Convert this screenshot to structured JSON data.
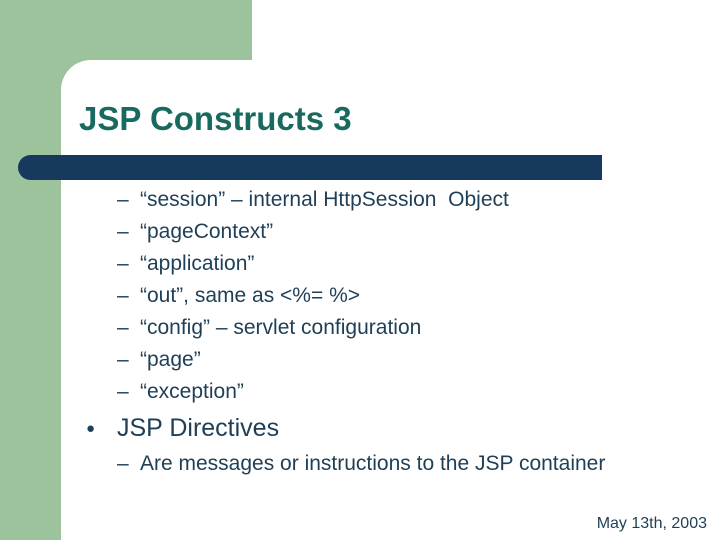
{
  "colors": {
    "background_green": "#9CC39C",
    "accent_bar_navy": "#17395E",
    "title_teal": "#186A5F",
    "body_text_navy": "#1E3F55"
  },
  "markers": {
    "dash": "–",
    "dot": "●"
  },
  "title": "JSP Constructs 3",
  "content": {
    "items": [
      {
        "level": 2,
        "text": "“session” – internal HttpSession  Object"
      },
      {
        "level": 2,
        "text": "“pageContext”"
      },
      {
        "level": 2,
        "text": "“application”"
      },
      {
        "level": 2,
        "text": "“out”, same as <%= %>"
      },
      {
        "level": 2,
        "text": "“config” – servlet configuration"
      },
      {
        "level": 2,
        "text": "“page”"
      },
      {
        "level": 2,
        "text": "“exception”"
      },
      {
        "level": 1,
        "text": "JSP Directives"
      },
      {
        "level": 2,
        "text": "Are messages or instructions to the JSP container"
      }
    ]
  },
  "footer": {
    "date": "May 13th, 2003"
  }
}
